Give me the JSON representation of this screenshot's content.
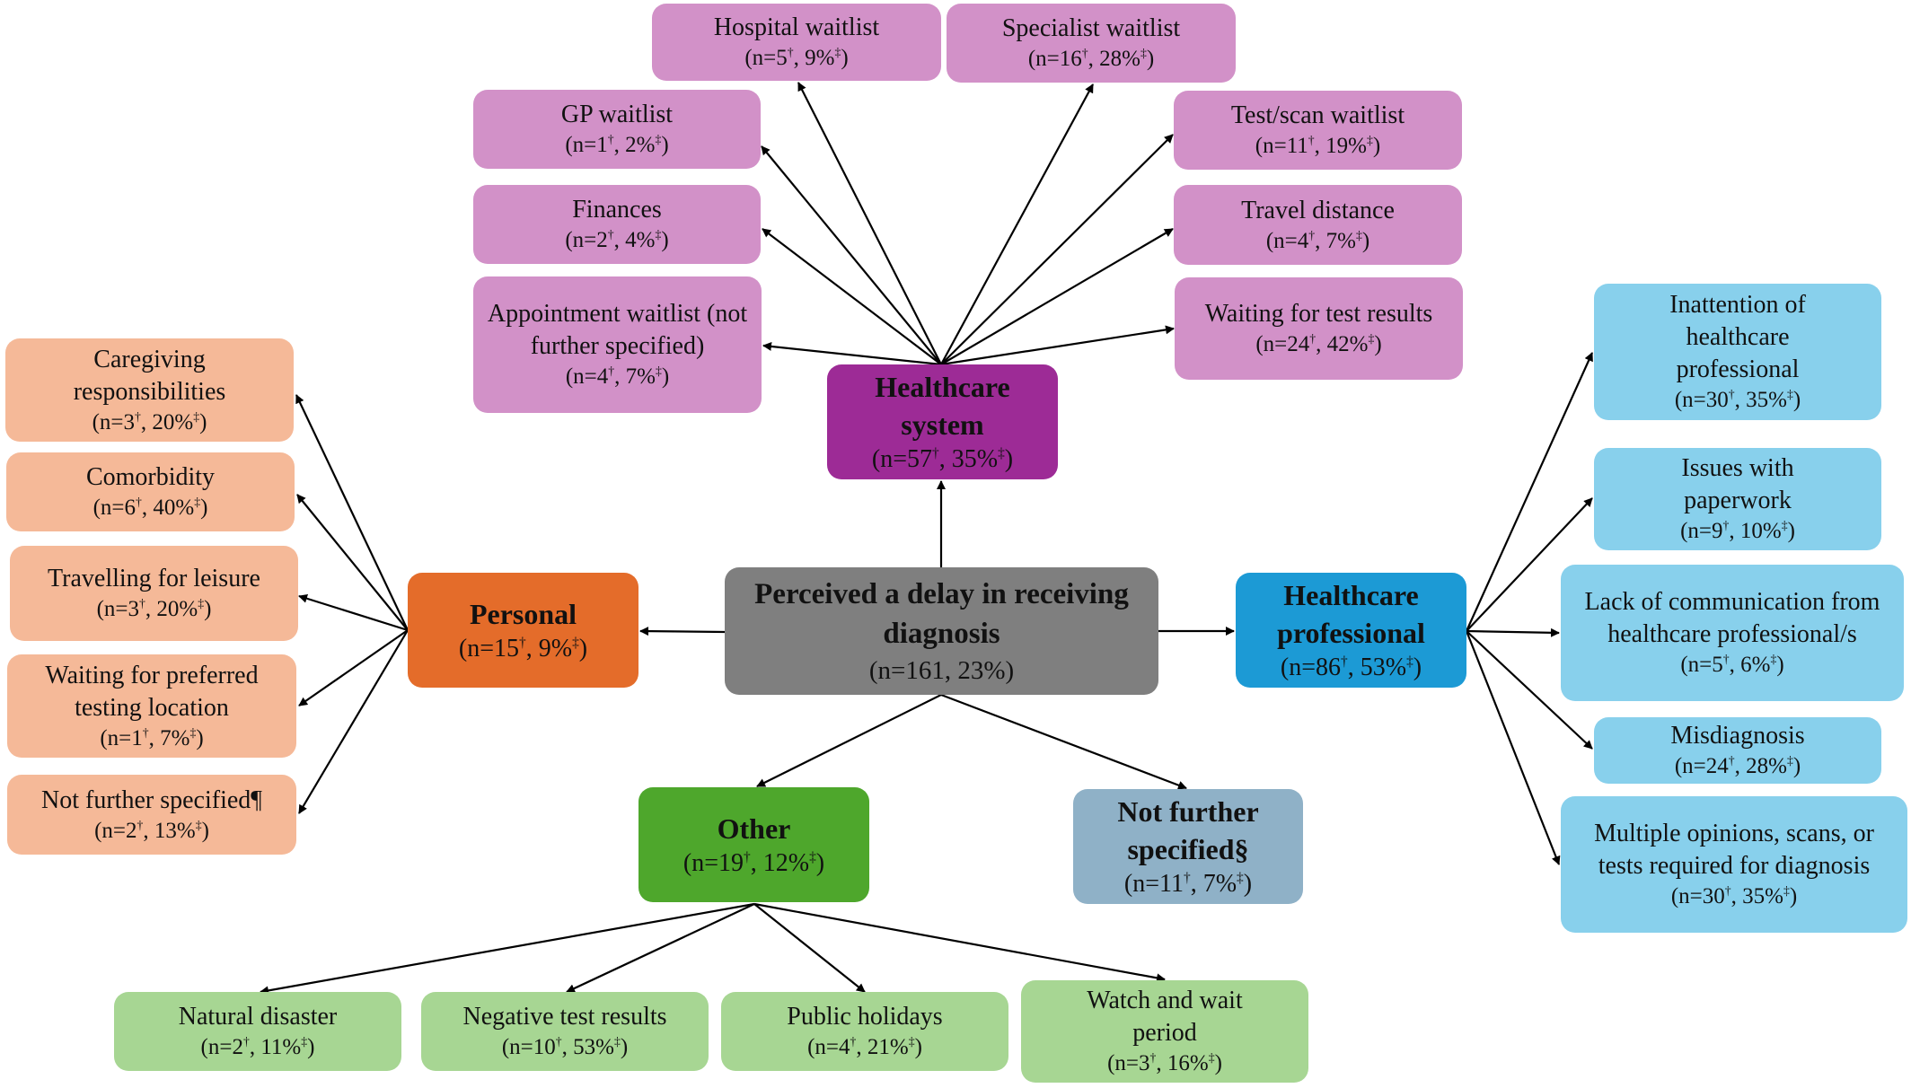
{
  "center": {
    "label": "Perceived a delay in receiving diagnosis",
    "stat": "(n=161, 23%)"
  },
  "healthcare_system": {
    "label": "Healthcare system",
    "n": "(n=57",
    "pct": ", 35%",
    "leaves": [
      {
        "label": "Hospital waitlist",
        "n": "(n=5",
        "pct": ", 9%"
      },
      {
        "label": "Specialist waitlist",
        "n": "(n=16",
        "pct": ", 28%"
      },
      {
        "label": "GP waitlist",
        "n": "(n=1",
        "pct": ", 2%"
      },
      {
        "label": "Test/scan waitlist",
        "n": "(n=11",
        "pct": ", 19%"
      },
      {
        "label": "Finances",
        "n": "(n=2",
        "pct": ", 4%"
      },
      {
        "label": "Travel distance",
        "n": "(n=4",
        "pct": ", 7%"
      },
      {
        "label": "Appointment waitlist (not further specified)",
        "n": "(n=4",
        "pct": ", 7%"
      },
      {
        "label": "Waiting for test results",
        "n": "(n=24",
        "pct": ", 42%"
      }
    ]
  },
  "personal": {
    "label": "Personal",
    "n": "(n=15",
    "pct": ", 9%",
    "leaves": [
      {
        "label": "Caregiving responsibilities",
        "n": "(n=3",
        "pct": ", 20%"
      },
      {
        "label": "Comorbidity",
        "n": "(n=6",
        "pct": ", 40%"
      },
      {
        "label": "Travelling for leisure",
        "n": "(n=3",
        "pct": ", 20%"
      },
      {
        "label": "Waiting for preferred testing location",
        "n": "(n=1",
        "pct": ", 7%"
      },
      {
        "label": "Not further specified¶",
        "n": "(n=2",
        "pct": ", 13%"
      }
    ]
  },
  "healthcare_professional": {
    "label": "Healthcare professional",
    "n": "(n=86",
    "pct": ", 53%",
    "leaves": [
      {
        "label": "Inattention of healthcare professional",
        "n": "(n=30",
        "pct": ", 35%"
      },
      {
        "label": "Issues with paperwork",
        "n": "(n=9",
        "pct": ", 10%"
      },
      {
        "label": "Lack of communication from healthcare professional/s",
        "n": "(n=5",
        "pct": ", 6%"
      },
      {
        "label": "Misdiagnosis",
        "n": "(n=24",
        "pct": ", 28%"
      },
      {
        "label": "Multiple opinions, scans, or tests required for diagnosis",
        "n": "(n=30",
        "pct": ", 35%"
      }
    ]
  },
  "other": {
    "label": "Other",
    "n": "(n=19",
    "pct": ", 12%",
    "leaves": [
      {
        "label": "Natural disaster",
        "n": "(n=2",
        "pct": ", 11%"
      },
      {
        "label": "Negative test results",
        "n": "(n=10",
        "pct": ", 53%"
      },
      {
        "label": "Public holidays",
        "n": "(n=4",
        "pct": ", 21%"
      },
      {
        "label": "Watch and wait period",
        "n": "(n=3",
        "pct": ", 16%"
      }
    ]
  },
  "not_further_specified": {
    "label": "Not further specified§",
    "n": "(n=11",
    "pct": ", 7%"
  },
  "symbols": {
    "dagger": "†",
    "ddagger": "‡",
    "close": ")"
  },
  "colors": {
    "healthcare_system": "#9d2b96",
    "healthcare_system_leaf": "#d291c8",
    "personal": "#e46c2a",
    "personal_leaf": "#f5b998",
    "healthcare_professional": "#1c9ad5",
    "healthcare_professional_leaf": "#88d0ec",
    "other": "#4ea72c",
    "other_leaf": "#a7d693",
    "not_further_specified": "#8fb1c7",
    "center": "#7f7f7f"
  }
}
